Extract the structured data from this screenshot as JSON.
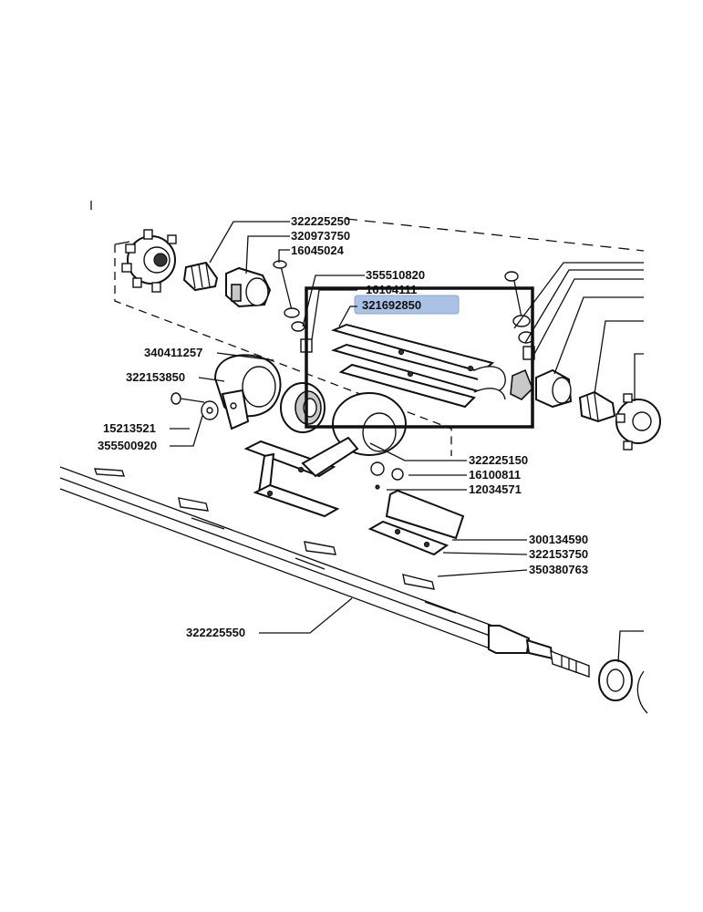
{
  "labels": {
    "p322225250": "322225250",
    "p320973750": "320973750",
    "p16045024": "16045024",
    "p355510820": "355510820",
    "p16104111": "16104111",
    "p321692850": "321692850",
    "p340411257": "340411257",
    "p322153850": "322153850",
    "p15213521": "15213521",
    "p355500920": "355500920",
    "p322225150": "322225150",
    "p16100811": "16100811",
    "p12034571": "12034571",
    "p300134590": "300134590",
    "p322153750": "322153750",
    "p350380763": "350380763",
    "p322225550": "322225550"
  },
  "highlight": {
    "selected_part": "321692850",
    "highlight_color": "#a9c2e6",
    "box_color": "#111111"
  }
}
